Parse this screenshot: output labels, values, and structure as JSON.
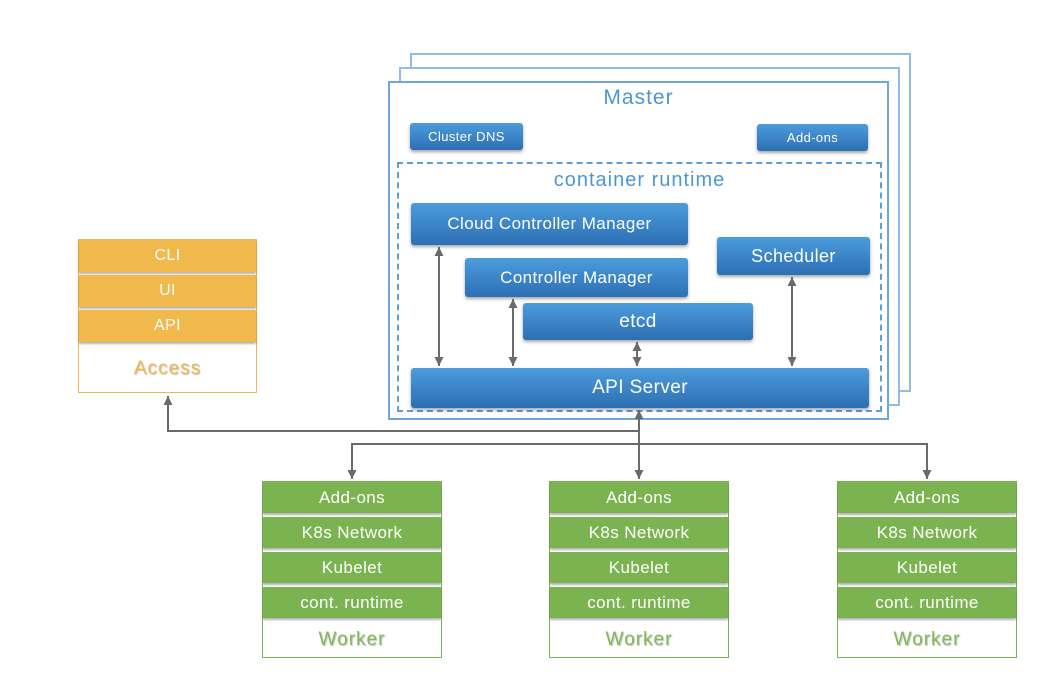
{
  "colors": {
    "blue_top": "#4C9CDC",
    "blue_bottom": "#2D6FB4",
    "light_blue_text": "#4E96D3",
    "master_border": "#6FA7DA",
    "orange": "#F1B84B",
    "green": "#7BB351",
    "arrow_gray": "#6A6A6A"
  },
  "access": {
    "items": [
      "CLI",
      "UI",
      "API"
    ],
    "label": "Access"
  },
  "master": {
    "title": "Master",
    "cluster_dns": "Cluster DNS",
    "addons": "Add-ons",
    "container_runtime": {
      "title": "container runtime",
      "cloud_controller_manager": "Cloud Controller Manager",
      "controller_manager": "Controller Manager",
      "scheduler": "Scheduler",
      "etcd": "etcd",
      "api_server": "API Server"
    }
  },
  "workers": [
    {
      "items": [
        "Add-ons",
        "K8s Network",
        "Kubelet",
        "cont. runtime"
      ],
      "label": "Worker"
    },
    {
      "items": [
        "Add-ons",
        "K8s Network",
        "Kubelet",
        "cont. runtime"
      ],
      "label": "Worker"
    },
    {
      "items": [
        "Add-ons",
        "K8s Network",
        "Kubelet",
        "cont. runtime"
      ],
      "label": "Worker"
    }
  ]
}
